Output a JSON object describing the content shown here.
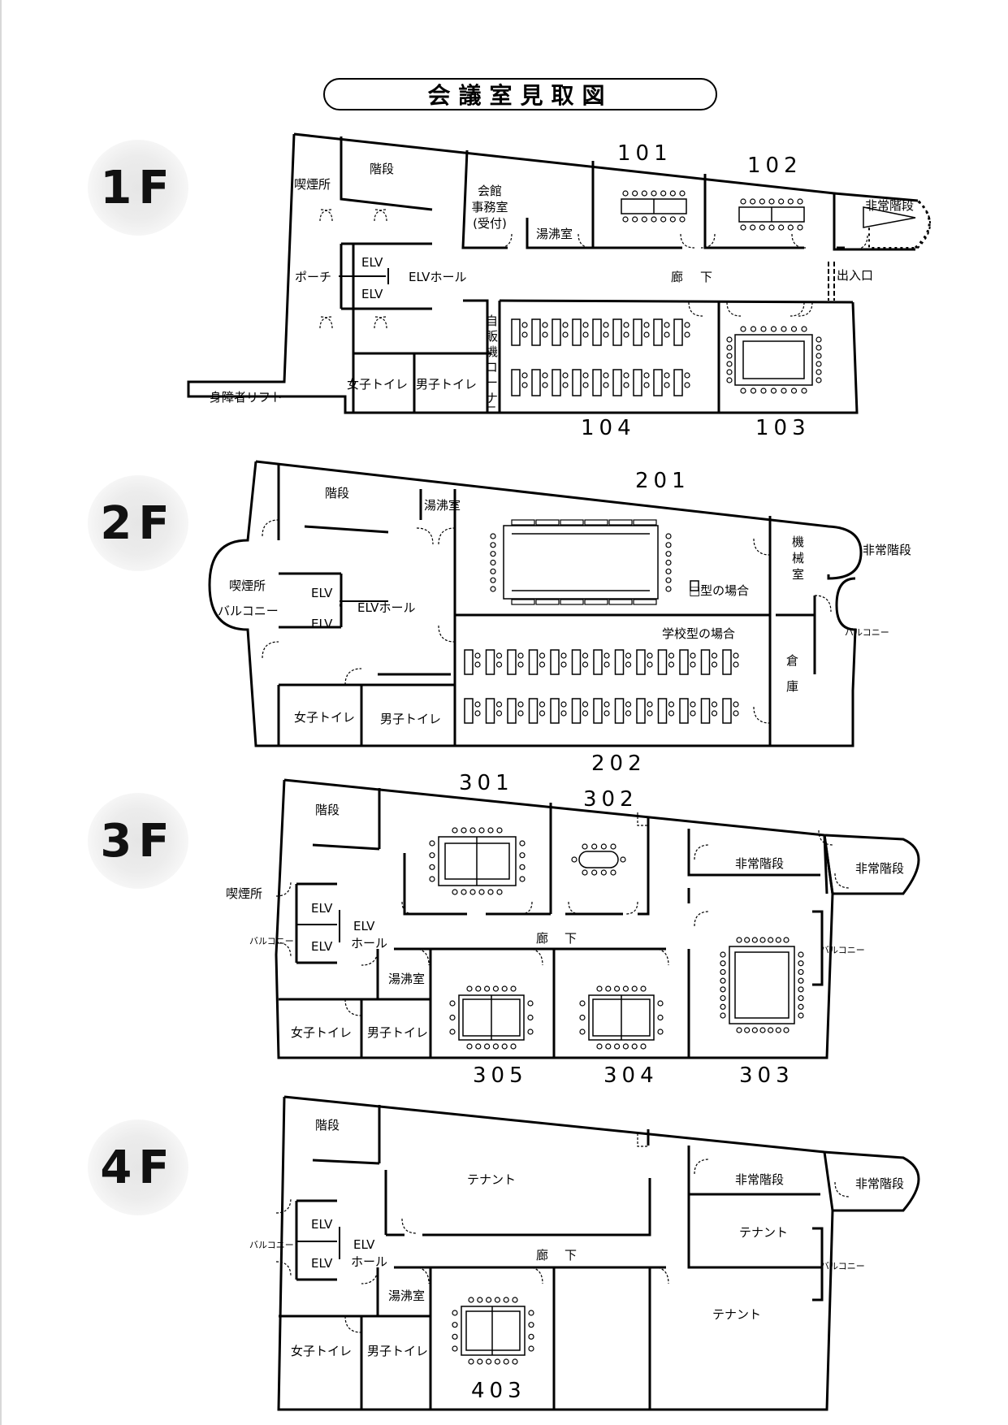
{
  "title": "会議室見取図",
  "floors": [
    {
      "label": "1F",
      "rooms": [
        "101",
        "102",
        "103",
        "104"
      ],
      "labels": [
        "階段",
        "喫煙所",
        "会館",
        "事務室",
        "(受付)",
        "湯沸室",
        "非常階段",
        "ELV",
        "ELV",
        "ELVホール",
        "ポーチ",
        "廊",
        "下",
        "出入口",
        "自",
        "販",
        "機",
        "コ",
        "ー",
        "ナ",
        "ー",
        "女子トイレ",
        "男子トイレ",
        "身障者リフト"
      ]
    },
    {
      "label": "2F",
      "rooms": [
        "201",
        "202"
      ],
      "labels": [
        "階段",
        "湯沸室",
        "機",
        "械",
        "室",
        "非常階段",
        "喫煙所",
        "バルコニー",
        "ELV",
        "ELV",
        "ELVホール",
        "□型の場合",
        "学校型の場合",
        "バルコニー",
        "倉",
        "庫",
        "女子トイレ",
        "男子トイレ"
      ]
    },
    {
      "label": "3F",
      "rooms": [
        "301",
        "302",
        "303",
        "304",
        "305"
      ],
      "labels": [
        "階段",
        "非常階段",
        "非常階段",
        "喫煙所",
        "バルコニー",
        "ELV",
        "ELV",
        "ELV",
        "ホール",
        "廊",
        "下",
        "バルコニー",
        "湯沸室",
        "女子トイレ",
        "男子トイレ"
      ]
    },
    {
      "label": "4F",
      "rooms": [
        "403"
      ],
      "labels": [
        "階段",
        "テナント",
        "非常階段",
        "非常階段",
        "ELV",
        "ELV",
        "バルコニー",
        "ELV",
        "ホール",
        "廊",
        "下",
        "テナント",
        "バルコニー",
        "湯沸室",
        "テナント",
        "女子トイレ",
        "男子トイレ"
      ]
    }
  ]
}
